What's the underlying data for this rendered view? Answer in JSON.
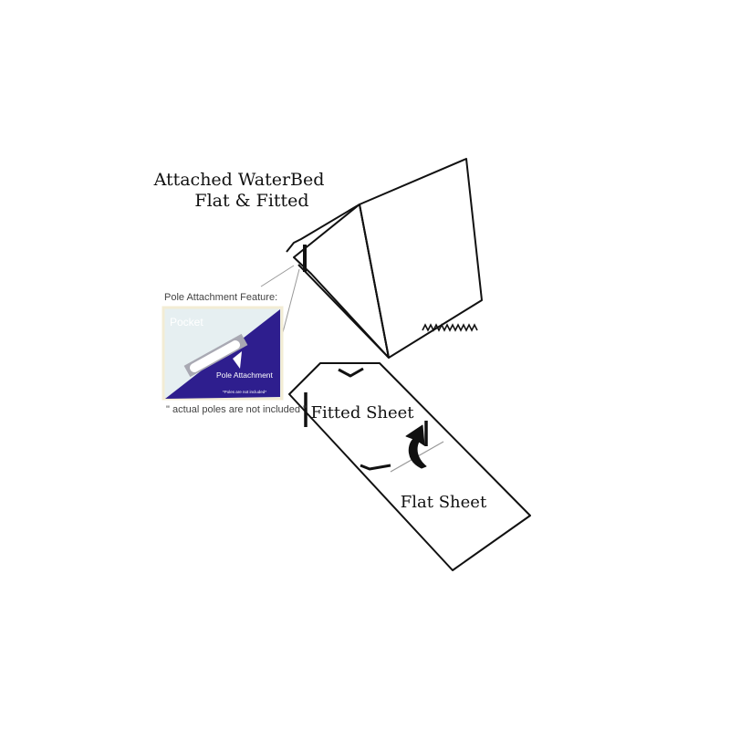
{
  "title": {
    "line1": "Attached WaterBed",
    "line2": "Flat & Fitted"
  },
  "labels": {
    "fitted_sheet": "Fitted Sheet",
    "flat_sheet": "Flat Sheet"
  },
  "inset": {
    "heading": "Pole Attachment Feature:",
    "pocket_label": "Pocket",
    "attachment_label": "Pole Attachment",
    "small_note": "*Poles are not included*",
    "footnote": "\" actual poles are not included \""
  },
  "colors": {
    "inset_bg": "#e6eff1",
    "inset_panel": "#2e1e8e",
    "line": "#111111"
  }
}
